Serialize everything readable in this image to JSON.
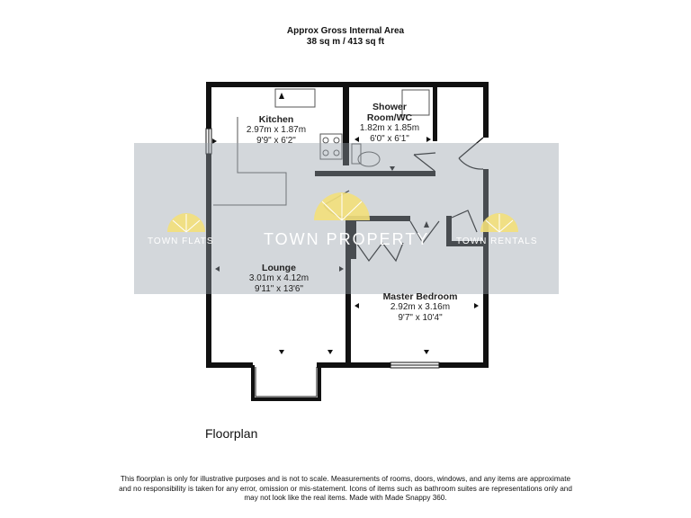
{
  "header": {
    "title": "Approx Gross Internal Area",
    "area": "38 sq m / 413 sq ft"
  },
  "rooms": {
    "kitchen": {
      "name": "Kitchen",
      "metric": "2.97m x 1.87m",
      "imperial": "9'9\" x 6'2\""
    },
    "shower": {
      "name_line1": "Shower",
      "name_line2": "Room/WC",
      "metric": "1.82m x 1.85m",
      "imperial": "6'0\" x 6'1\""
    },
    "lounge": {
      "name": "Lounge",
      "metric": "3.01m x 4.12m",
      "imperial": "9'11\" x 13'6\""
    },
    "bedroom": {
      "name": "Master Bedroom",
      "metric": "2.92m x 3.16m",
      "imperial": "9'7\" x 10'4\""
    }
  },
  "watermark": {
    "left": "TOWN FLATS",
    "center": "TOWN PROPERTY",
    "right": "TOWN RENTALS"
  },
  "plan_label": "Floorplan",
  "disclaimer": {
    "line1": "This floorplan is only for illustrative purposes and is not to scale. Measurements of rooms, doors, windows, and any items are approximate",
    "line2": "and no responsibility is taken for any error, omission or mis-statement. Icons of items such as bathroom suites are representations only and",
    "line3": "may not look like the real items. Made with Made Snappy 360."
  },
  "colors": {
    "wall": "#111111",
    "watermark_band": "#96a0aa",
    "sun_logo": "#f3e07a"
  }
}
